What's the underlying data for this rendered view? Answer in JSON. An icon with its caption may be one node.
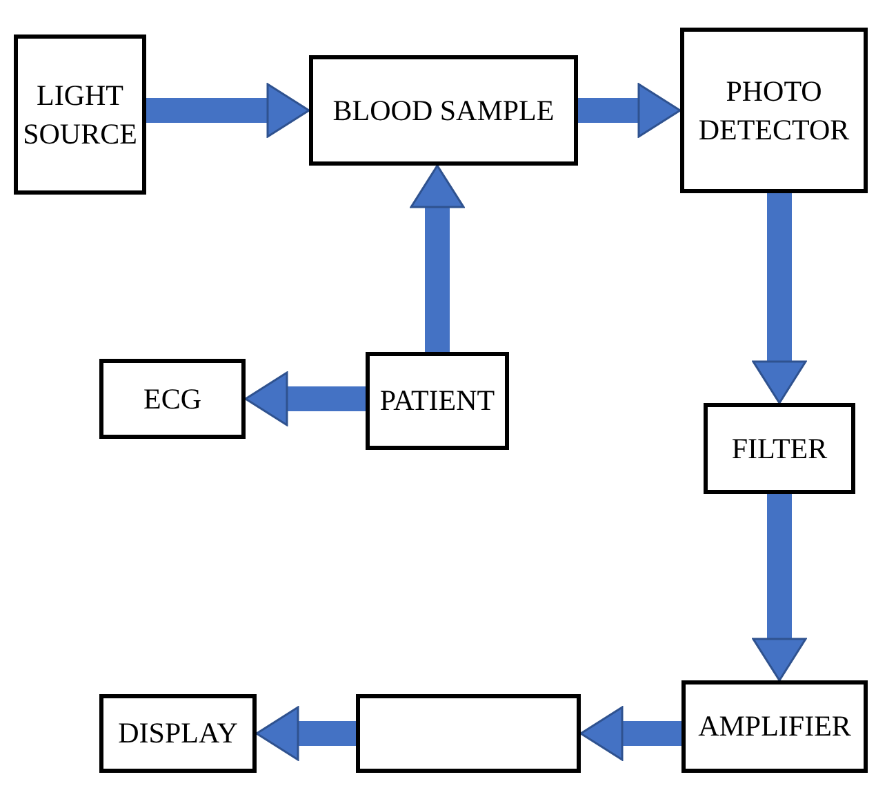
{
  "diagram": {
    "nodes": [
      {
        "text": [
          "LIGHT SOURCE"
        ]
      },
      {
        "text": [
          "BLOOD SAMPLE"
        ]
      },
      {
        "text": [
          "PHOTO DETECTOR"
        ]
      },
      {
        "text": [
          "ECG"
        ]
      },
      {
        "text": [
          "PATIENT"
        ]
      },
      {
        "text": [
          "FILTER"
        ]
      },
      {
        "text": [
          "DISPLAY"
        ]
      },
      {
        "text": [],
        "shape": "box"
      },
      {
        "text": [
          "AMPLIFIER"
        ]
      }
    ],
    "edges": [
      {
        "from": 0,
        "to": 1,
        "arrow": "to"
      },
      {
        "from": 1,
        "to": 2,
        "arrow": "to"
      },
      {
        "from": 4,
        "to": 1,
        "arrow": "to"
      },
      {
        "from": 4,
        "to": 3,
        "arrow": "to"
      },
      {
        "from": 2,
        "to": 5,
        "arrow": "to"
      },
      {
        "from": 5,
        "to": 8,
        "arrow": "to"
      },
      {
        "from": 8,
        "to": 7,
        "arrow": "to"
      },
      {
        "from": 7,
        "to": 6,
        "arrow": "to"
      }
    ]
  }
}
